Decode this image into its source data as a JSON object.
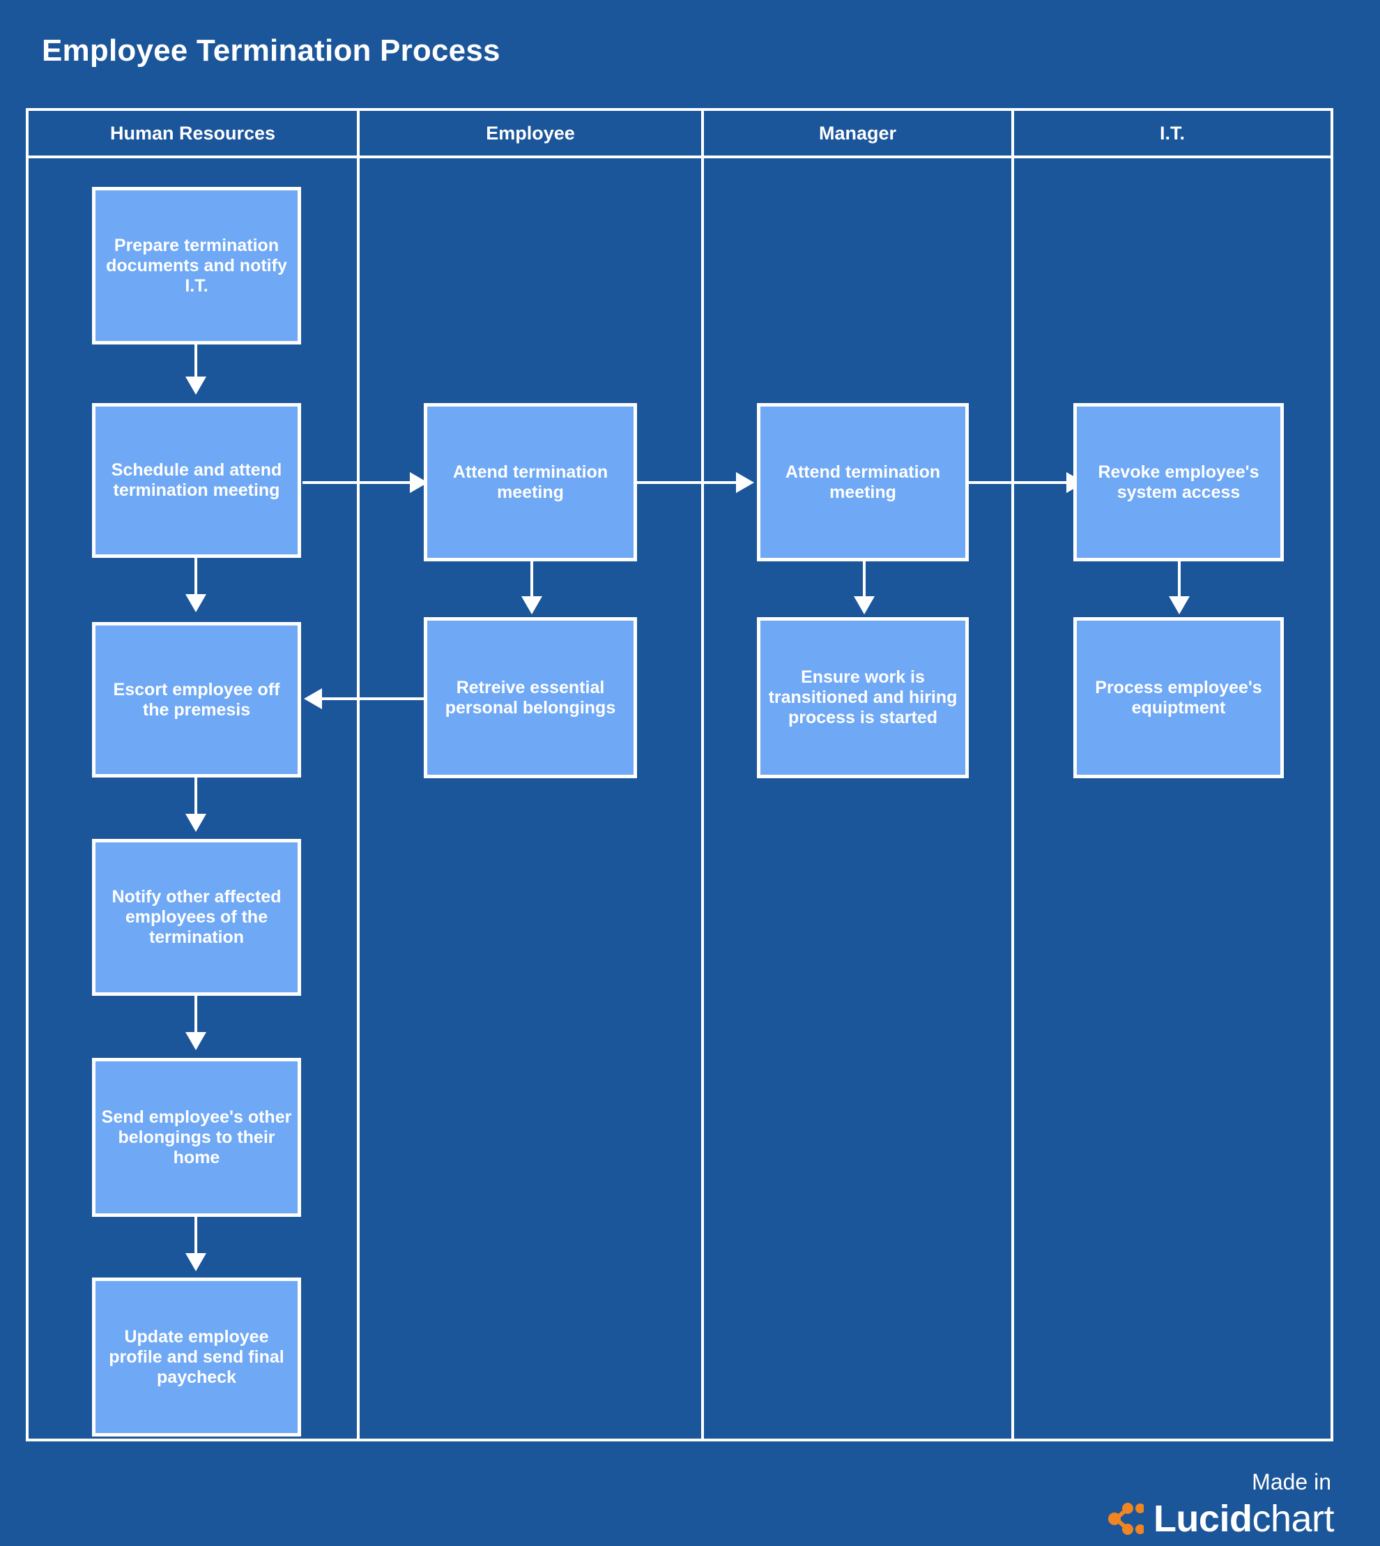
{
  "title": "Employee Termination Process",
  "lanes": [
    {
      "id": "human-resources",
      "label": "Human Resources"
    },
    {
      "id": "employee",
      "label": "Employee"
    },
    {
      "id": "manager",
      "label": "Manager"
    },
    {
      "id": "it",
      "label": "I.T."
    }
  ],
  "nodes": {
    "hr1": "Prepare termination documents and notify I.T.",
    "hr2": "Schedule and attend termination meeting",
    "hr3": "Escort employee off the premesis",
    "hr4": "Notify other affected employees of the termination",
    "hr5": "Send employee's other belongings to their home",
    "hr6": "Update employee profile and send final paycheck",
    "emp1": "Attend termination meeting",
    "emp2": "Retreive essential personal belongings",
    "mgr1": "Attend termination meeting",
    "mgr2": "Ensure work is transitioned and hiring process is started",
    "it1": "Revoke employee's system access",
    "it2": "Process employee's equiptment"
  },
  "footer": {
    "made_in": "Made in",
    "brand_bold": "Lucid",
    "brand_light": "chart"
  },
  "colors": {
    "background": "#1b559a",
    "node_fill": "#6fa8f5",
    "stroke": "#ffffff",
    "logo_accent": "#f08521"
  }
}
